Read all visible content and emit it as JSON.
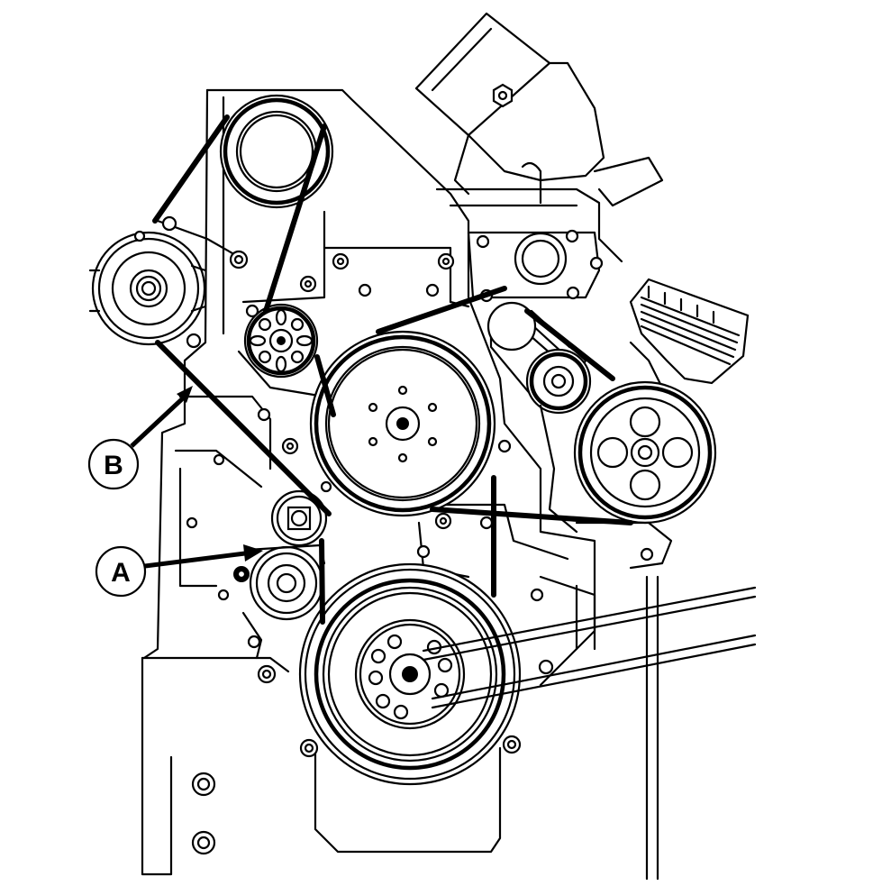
{
  "diagram": {
    "colors": {
      "line": "#000000",
      "background": "#ffffff"
    },
    "callouts": [
      {
        "id": "A",
        "label": "A"
      },
      {
        "id": "B",
        "label": "B"
      }
    ]
  }
}
